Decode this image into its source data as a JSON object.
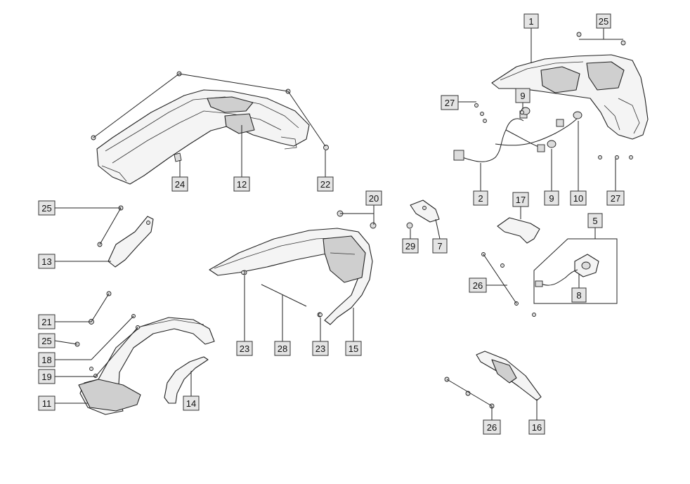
{
  "callouts": [
    {
      "id": "c1",
      "label": "1"
    },
    {
      "id": "c25a",
      "label": "25"
    },
    {
      "id": "c27a",
      "label": "27"
    },
    {
      "id": "c9a",
      "label": "9"
    },
    {
      "id": "c2",
      "label": "2"
    },
    {
      "id": "c9b",
      "label": "9"
    },
    {
      "id": "c10",
      "label": "10"
    },
    {
      "id": "c27b",
      "label": "27"
    },
    {
      "id": "c24",
      "label": "24"
    },
    {
      "id": "c12",
      "label": "12"
    },
    {
      "id": "c22",
      "label": "22"
    },
    {
      "id": "c25b",
      "label": "25"
    },
    {
      "id": "c13",
      "label": "13"
    },
    {
      "id": "c20",
      "label": "20"
    },
    {
      "id": "c29",
      "label": "29"
    },
    {
      "id": "c7",
      "label": "7"
    },
    {
      "id": "c17",
      "label": "17"
    },
    {
      "id": "c5",
      "label": "5"
    },
    {
      "id": "c26a",
      "label": "26"
    },
    {
      "id": "c8",
      "label": "8"
    },
    {
      "id": "c21",
      "label": "21"
    },
    {
      "id": "c25c",
      "label": "25"
    },
    {
      "id": "c18",
      "label": "18"
    },
    {
      "id": "c19",
      "label": "19"
    },
    {
      "id": "c11",
      "label": "11"
    },
    {
      "id": "c14",
      "label": "14"
    },
    {
      "id": "c23a",
      "label": "23"
    },
    {
      "id": "c28",
      "label": "28"
    },
    {
      "id": "c23b",
      "label": "23"
    },
    {
      "id": "c15",
      "label": "15"
    },
    {
      "id": "c26b",
      "label": "26"
    },
    {
      "id": "c16",
      "label": "16"
    }
  ]
}
